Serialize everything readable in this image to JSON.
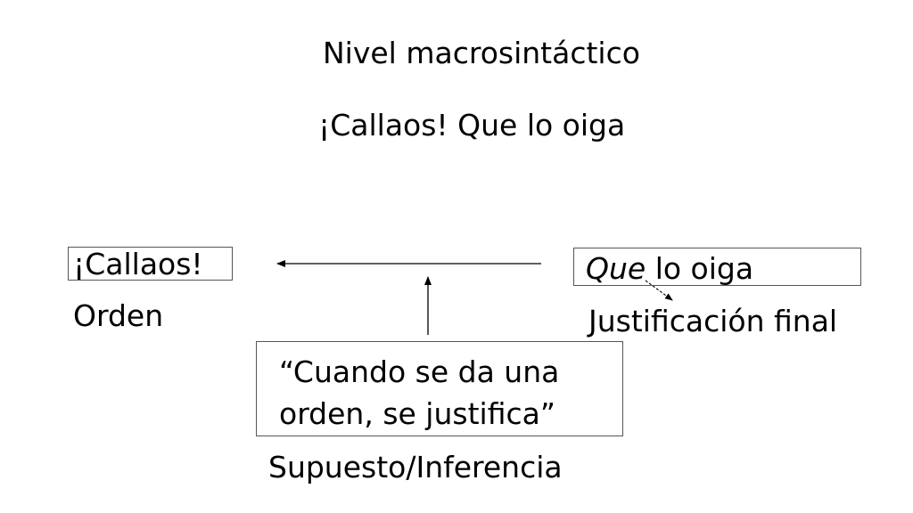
{
  "title": "Nivel macrosintáctico",
  "sentence": "¡Callaos! Que lo oiga",
  "left_node": {
    "text": "¡Callaos!",
    "label": "Orden"
  },
  "right_node": {
    "text_italic": "Que",
    "text_rest": " lo oiga",
    "label": "Justificación final"
  },
  "bottom_node": {
    "line1": "“Cuando se da una",
    "line2": "orden, se justifica”",
    "label": "Supuesto/Inferencia"
  }
}
